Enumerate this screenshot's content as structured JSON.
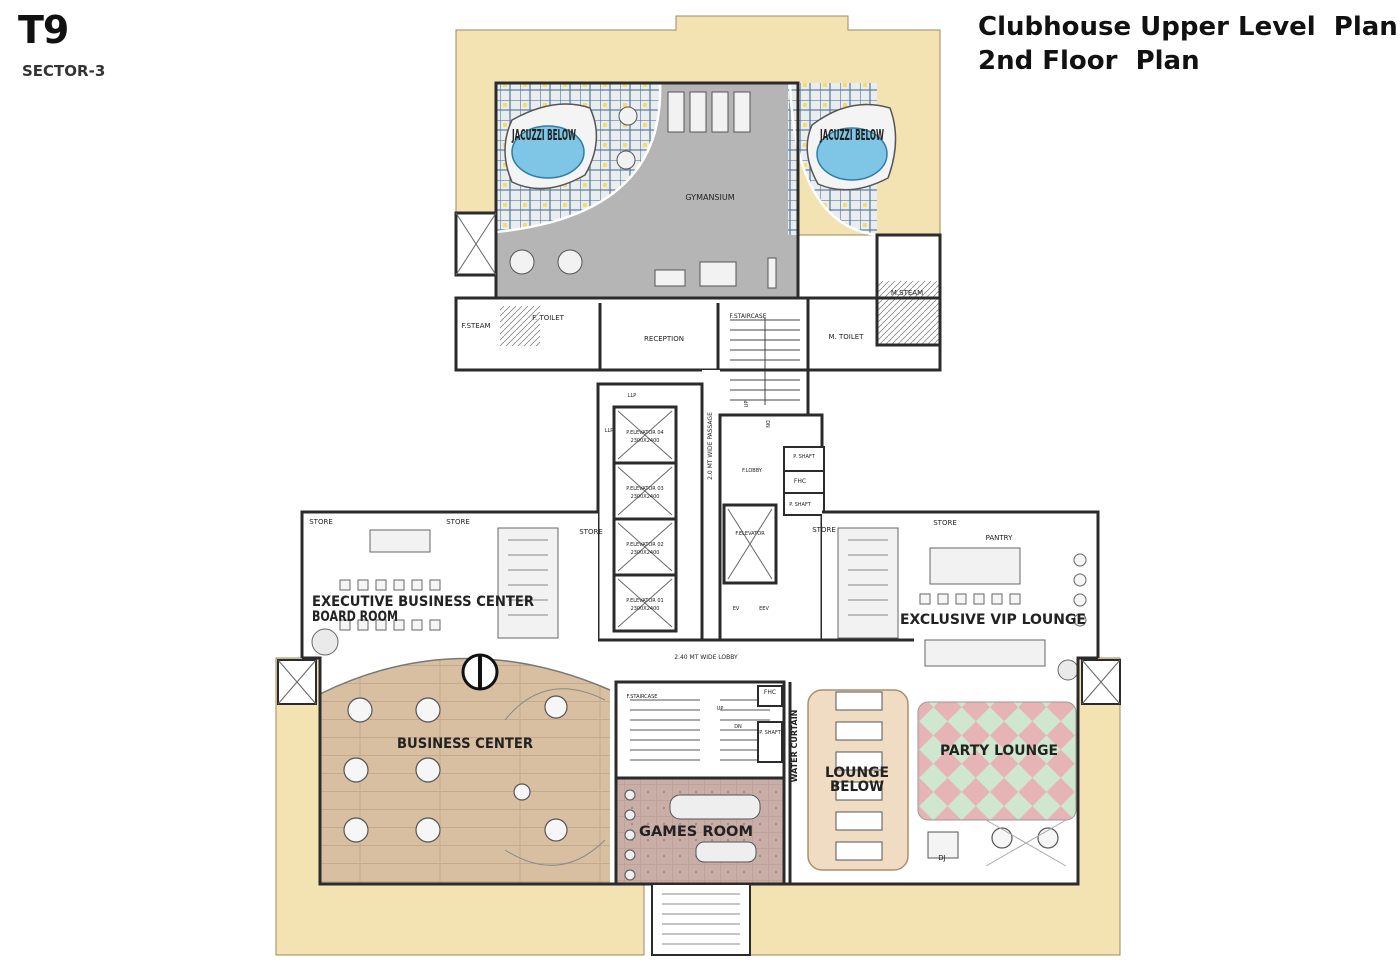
{
  "header": {
    "tower": "T9",
    "sector": "SECTOR-3",
    "title_line1": "Clubhouse Upper Level  Plan",
    "title_line2": "2nd Floor  Plan"
  },
  "colors": {
    "terrace": "#f3e3b3",
    "wall": "#2b2b2b",
    "gym_floor": "#b5b5b5",
    "wood_floor": "#d8bfa2",
    "games_floor": "#c9ada7",
    "water": "#7fc6e6",
    "party_green": "#cfe7cf",
    "party_red": "#e6b4b4",
    "lounge_below": "#efdcc2"
  },
  "rooms": {
    "jacuzzi_left": "JACUZZI BELOW",
    "jacuzzi_right": "JACUZZI BELOW",
    "gymnasium": "GYMANSIUM",
    "f_toilet": "F. TOILET",
    "f_steam": "F.STEAM",
    "reception": "RECEPTION",
    "f_staircase_top": "F.STAIRCASE",
    "m_toilet": "M. TOILET",
    "m_steam": "M.STEAM",
    "llp_1": "LLP",
    "llp_2": "LLP",
    "passage_2m": "2.0 MT WIDE PASSAGE",
    "elevator_04": "P.ELEVATOR 04",
    "elevator_03": "P.ELEVATOR 03",
    "elevator_02": "P.ELEVATOR 02",
    "elevator_01": "P.ELEVATOR 01",
    "elevator_size": "2300X2400",
    "f_lobby": "F.LOBBY",
    "p_shaft_1": "P. SHAFT",
    "fhc_1": "FHC",
    "p_shaft_2": "P. SHAFT",
    "f_elevator": "F.ELEVATOR",
    "ev": "EV",
    "eev": "EEV",
    "up_1": "UP",
    "dn_1": "DN",
    "store_1": "STORE",
    "store_2": "STORE",
    "store_3": "STORE",
    "store_4": "STORE",
    "store_5": "STORE",
    "pantry": "PANTRY",
    "exec_bc_1": "EXECUTIVE BUSINESS CENTER",
    "exec_bc_2": "BOARD ROOM",
    "vip_lounge": "EXCLUSIVE VIP LOUNGE",
    "lobby_240": "2.40 MT WIDE LOBBY",
    "f_staircase_bottom": "F.STAIRCASE",
    "up_2": "UP",
    "dn_2": "DN",
    "fhc_2": "FHC",
    "p_shaft_3": "P. SHAFT",
    "business_center": "BUSINESS CENTER",
    "games_room": "GAMES ROOM",
    "water_curtain": "WATER CURTAIN",
    "lounge_below_1": "LOUNGE",
    "lounge_below_2": "BELOW",
    "party_lounge": "PARTY LOUNGE",
    "dj": "DJ"
  }
}
